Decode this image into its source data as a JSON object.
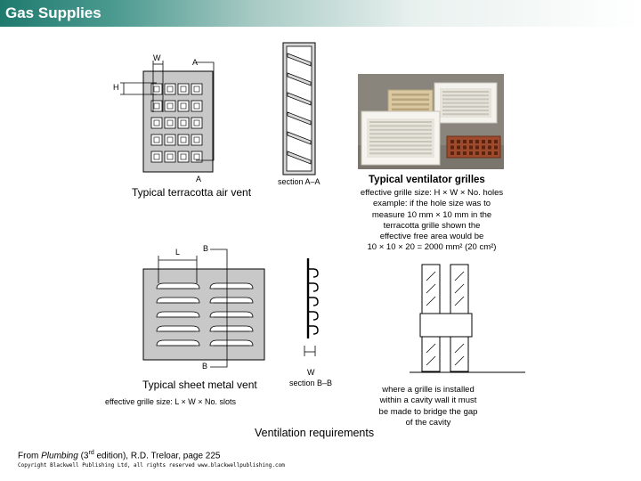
{
  "slide_title": "Gas Supplies",
  "terracotta": {
    "label_w": "W",
    "label_a_top": "A",
    "label_h": "H",
    "label_a_bottom": "A",
    "caption": "Typical terracotta air vent"
  },
  "section_aa": {
    "label": "section A–A"
  },
  "ventilator": {
    "caption": "Typical ventilator grilles",
    "text_lines": [
      "effective grille size: H × W × No. holes",
      "example: if the hole size was to",
      "measure 10 mm × 10 mm in the",
      "terracotta grille shown the",
      "effective free area would be",
      "10 × 10 × 20 = 2000 mm² (20 cm²)"
    ]
  },
  "sheet_metal": {
    "label_l": "L",
    "label_b_top": "B",
    "label_b_bottom": "B",
    "caption": "Typical sheet metal vent",
    "effective_size": "effective grille size: L × W × No. slots"
  },
  "section_bb": {
    "label_w": "W",
    "label": "section B–B"
  },
  "cavity": {
    "text_lines": [
      "where a grille is installed",
      "within a cavity wall it must",
      "be made to bridge the gap",
      "of the cavity"
    ]
  },
  "main_caption": "Ventilation requirements",
  "source": {
    "prefix": "From ",
    "book": "Plumbing",
    "edition_open": " (3",
    "edition_sup": "rd",
    "suffix": " edition), R.D. Treloar, page 225"
  },
  "copyright": "Copyright Blackwell Publishing Ltd, all rights reserved  www.blackwellpublishing.com",
  "colors": {
    "title_bar": "#1f7a6e",
    "grille_fill": "#c8c8c8",
    "hole_fill": "#ffffff"
  }
}
